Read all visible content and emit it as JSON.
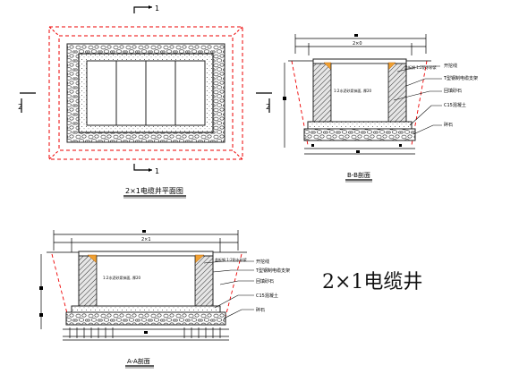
{
  "title": "2×1电缆井",
  "plan": {
    "caption": "2×1电缆井平面图",
    "section_mark_top": "1",
    "section_mark_bottom": "1",
    "section_mark_left": "2",
    "section_mark_right": "2"
  },
  "section_b": {
    "caption": "B-B剖面",
    "dim_top": "2×0",
    "labels": [
      "开挖线",
      "T型钢制电缆支架",
      "回填砂石",
      "C15混凝土",
      "碎石"
    ],
    "wall_label": "1:2水泥砂浆抹面, 厚20",
    "lid_label": "盖板钢\n1:2防水砂浆"
  },
  "section_a": {
    "caption": "A-A剖面",
    "dim_top": "2×1",
    "labels": [
      "开挖线",
      "T型钢制电缆支架",
      "回填砂石",
      "C15混凝土",
      "碎石"
    ],
    "wall_label": "1:2水泥砂浆抹面, 厚20",
    "lid_label": "盖板钢\n1:2防水砂浆"
  }
}
